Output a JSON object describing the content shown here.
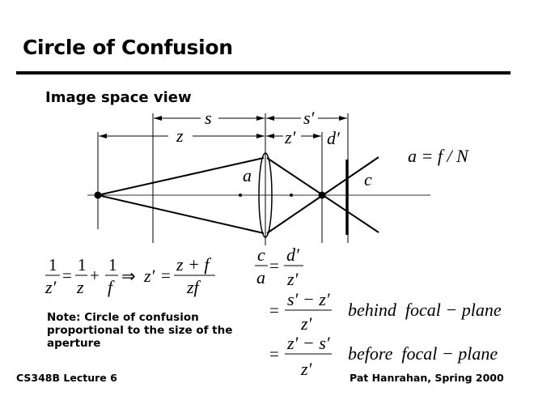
{
  "slide": {
    "title": "Circle of Confusion",
    "subtitle": "Image space view",
    "note": "Note: Circle of confusion proportional to the size of the aperture",
    "footer_left": "CS348B Lecture 6",
    "footer_right": "Pat Hanrahan, Spring 2000"
  },
  "diagram": {
    "label_s": "s",
    "label_s_prime": "s′",
    "label_z": "z",
    "label_z_prime": "z′",
    "label_d_prime": "d′",
    "label_a": "a",
    "label_c": "c",
    "aperture_eq": "a = f / N"
  },
  "equations": {
    "one": "1",
    "z_prime": "z′",
    "z": "z",
    "f": "f",
    "equals": "=",
    "plus": "+",
    "implies": "⇒",
    "z_plus_f": "z + f",
    "zf": "zf",
    "c": "c",
    "a": "a",
    "d_prime": "d′",
    "s_minus_z": "s′ − z′",
    "z_minus_s": "z′ − s′",
    "behind": "behind  focal − plane",
    "before": "before  focal − plane"
  }
}
